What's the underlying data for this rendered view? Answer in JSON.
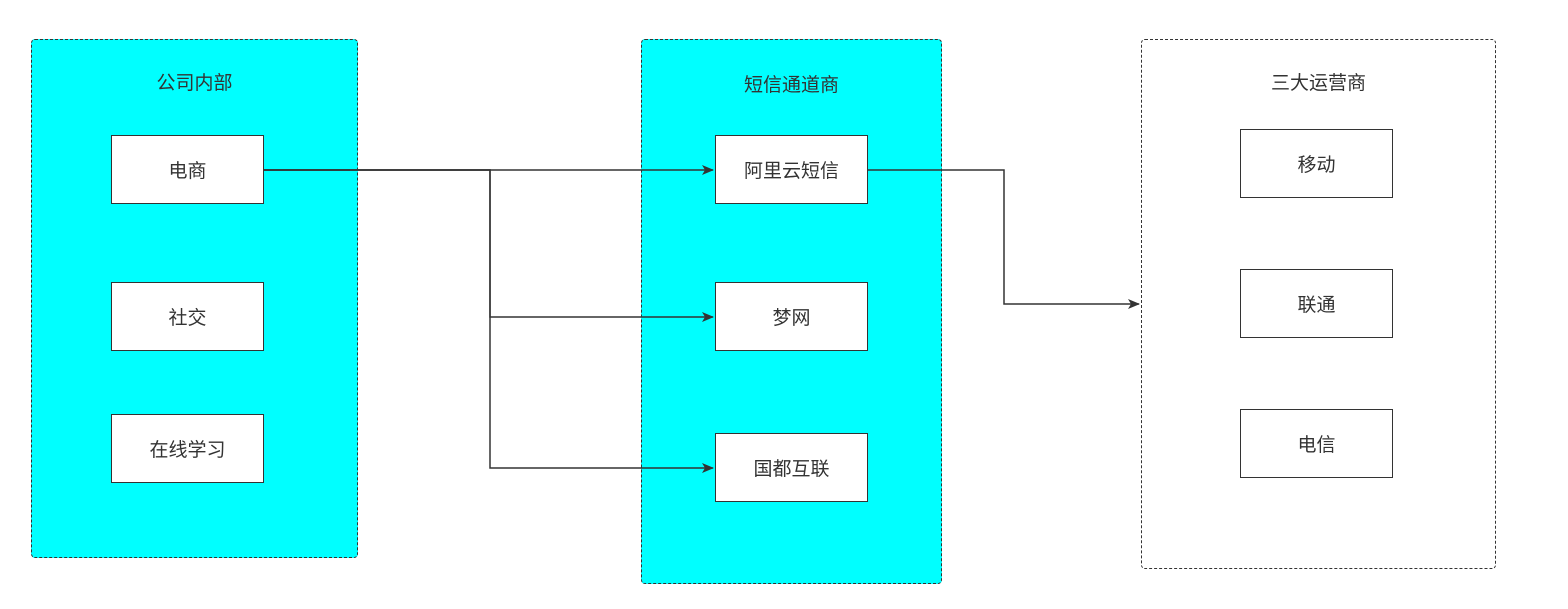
{
  "colors": {
    "group_fill": "#00ffff",
    "stroke": "#333333",
    "text": "#333333"
  },
  "groups": {
    "internal": {
      "title": "公司内部",
      "nodes": [
        "电商",
        "社交",
        "在线学习"
      ]
    },
    "channels": {
      "title": "短信通道商",
      "nodes": [
        "阿里云短信",
        "梦网",
        "国都互联"
      ]
    },
    "carriers": {
      "title": "三大运营商",
      "nodes": [
        "移动",
        "联通",
        "电信"
      ]
    }
  },
  "edges": [
    {
      "from": "电商",
      "to": "阿里云短信"
    },
    {
      "from": "电商",
      "to": "梦网"
    },
    {
      "from": "电商",
      "to": "国都互联"
    },
    {
      "from": "阿里云短信",
      "to": "三大运营商"
    }
  ]
}
